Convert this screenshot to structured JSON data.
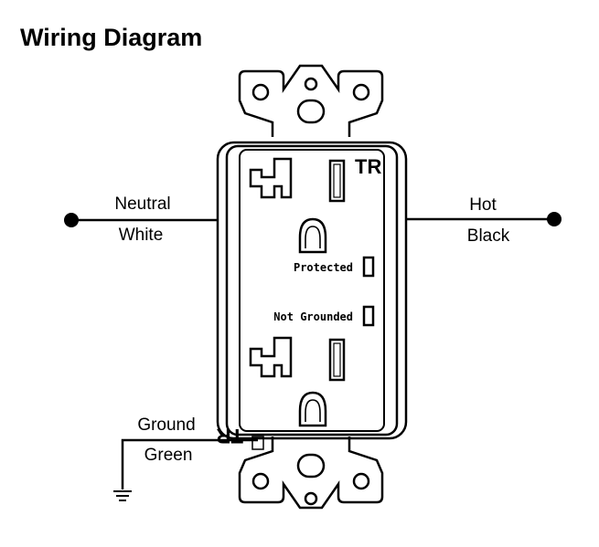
{
  "title": "Wiring Diagram",
  "wires": {
    "left_top": "Neutral",
    "left_bottom": "White",
    "right_top": "Hot",
    "right_bottom": "Black",
    "ground_top": "Ground",
    "ground_bottom": "Green"
  },
  "receptacle": {
    "tr_mark": "TR",
    "indicator_protected": "Protected",
    "indicator_not_grounded": "Not Grounded"
  },
  "colors": {
    "line": "#000000",
    "background": "#ffffff"
  }
}
